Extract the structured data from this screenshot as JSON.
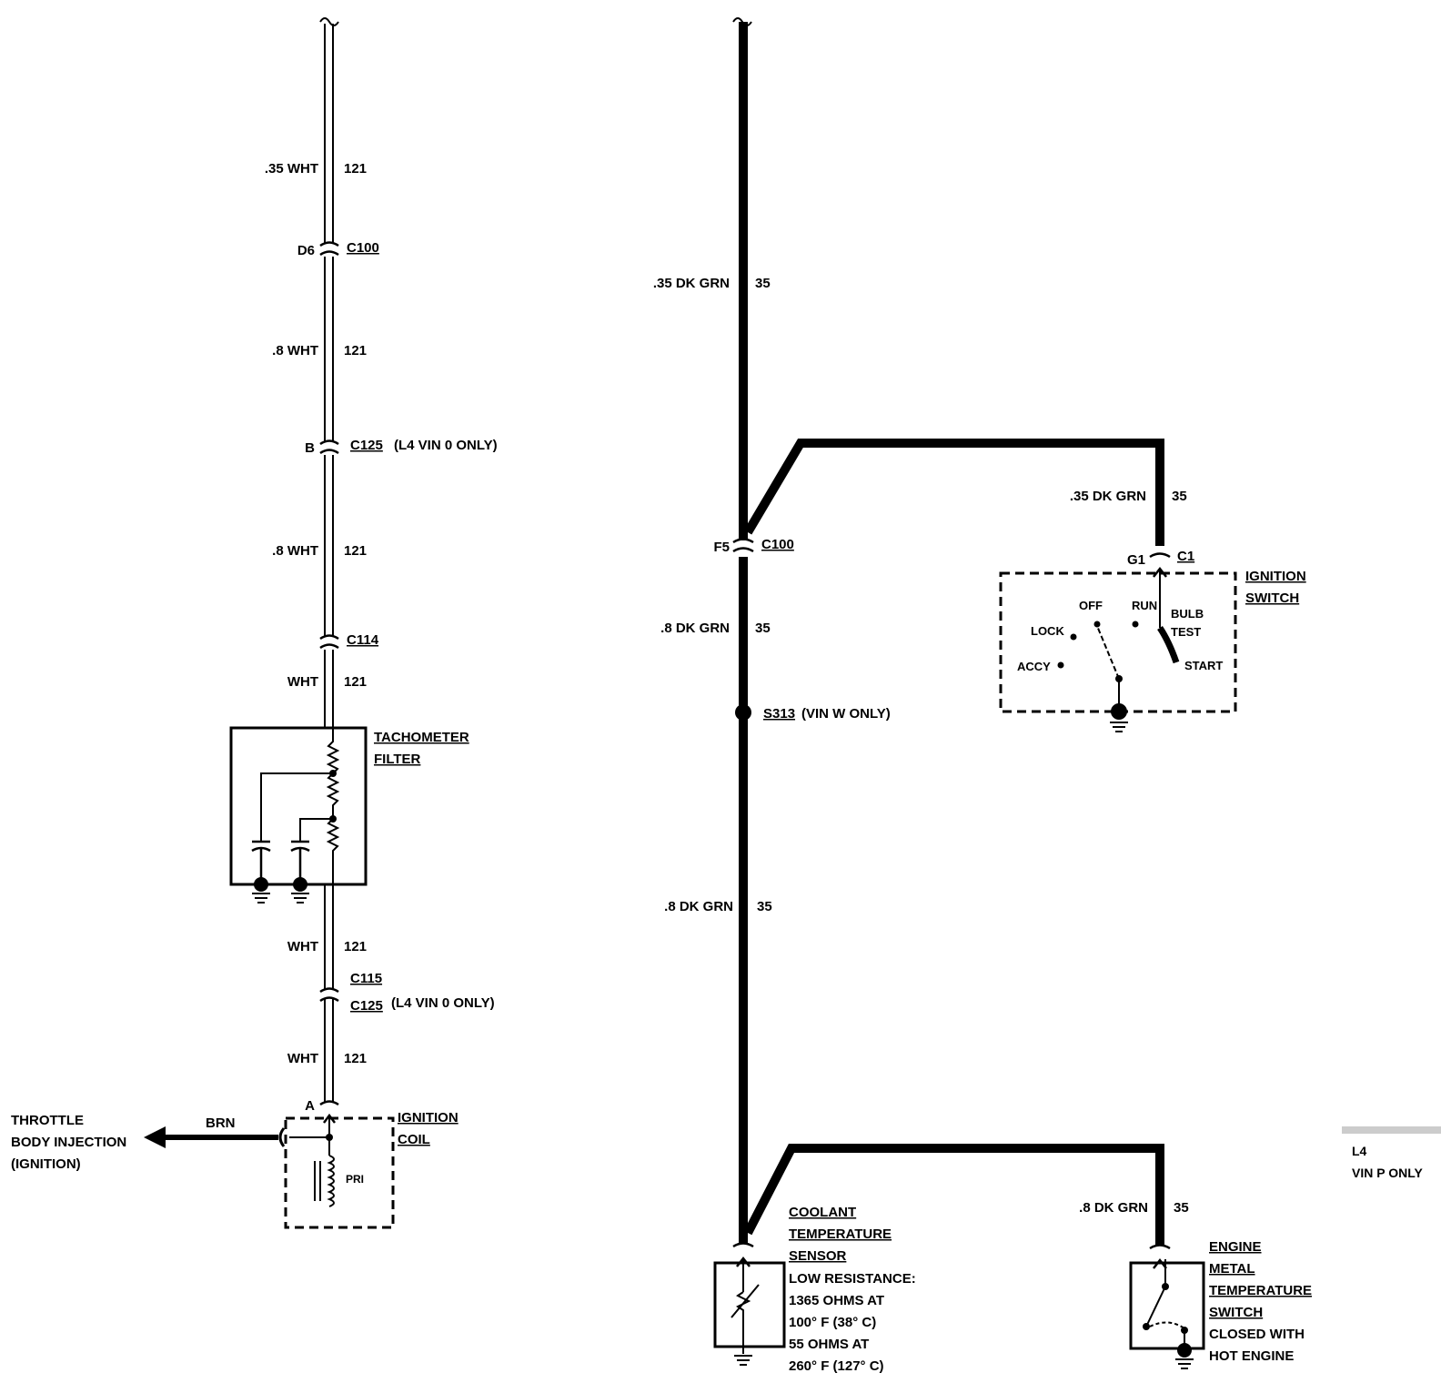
{
  "colors": {
    "ink": "#000000",
    "paper": "#ffffff"
  },
  "left": {
    "wire1": {
      "gauge": ".35 WHT",
      "circuit": "121"
    },
    "conn1": {
      "pin": "D6",
      "name": "C100"
    },
    "wire2": {
      "gauge": ".8 WHT",
      "circuit": "121"
    },
    "conn2": {
      "pin": "B",
      "name": "C125",
      "note": "(L4 VIN 0 ONLY)"
    },
    "wire3": {
      "gauge": ".8 WHT",
      "circuit": "121"
    },
    "conn3": {
      "name": "C114"
    },
    "wire4": {
      "gauge": "WHT",
      "circuit": "121"
    },
    "tach_filter": {
      "line1": "TACHOMETER",
      "line2": "FILTER"
    },
    "wire5": {
      "gauge": "WHT",
      "circuit": "121"
    },
    "conn4": {
      "name1": "C115",
      "name2": "C125",
      "note": "(L4 VIN 0 ONLY)"
    },
    "wire6": {
      "gauge": "WHT",
      "circuit": "121"
    },
    "coil": {
      "pin": "A",
      "line1": "IGNITION",
      "line2": "COIL",
      "pri": "PRI"
    },
    "tbi": {
      "wire": "BRN",
      "line1": "THROTTLE",
      "line2": "BODY INJECTION",
      "line3": "(IGNITION)"
    }
  },
  "right": {
    "wire1": {
      "gauge": ".35 DK GRN",
      "circuit": "35"
    },
    "conn1": {
      "pin": "F5",
      "name": "C100"
    },
    "wire2": {
      "gauge": ".8 DK GRN",
      "circuit": "35"
    },
    "splice": {
      "name": "S313",
      "note": "(VIN W ONLY)"
    },
    "wire3": {
      "gauge": ".8 DK GRN",
      "circuit": "35"
    },
    "ign_wire": {
      "gauge": ".35 DK GRN",
      "circuit": "35"
    },
    "ign_conn": {
      "pin": "G1",
      "name": "C1"
    },
    "ign_switch": {
      "line1": "IGNITION",
      "line2": "SWITCH",
      "off": "OFF",
      "run": "RUN",
      "bulb": "BULB",
      "test": "TEST",
      "lock": "LOCK",
      "accy": "ACCY",
      "start": "START"
    },
    "emts_wire": {
      "gauge": ".8 DK GRN",
      "circuit": "35"
    },
    "cts": {
      "line1": "COOLANT",
      "line2": "TEMPERATURE",
      "line3": "SENSOR",
      "spec1": "LOW RESISTANCE:",
      "spec2": "1365 OHMS AT",
      "spec3": "100°  F (38°  C)",
      "spec4": "55 OHMS AT",
      "spec5": "260°  F (127°  C)"
    },
    "emts": {
      "line1": "ENGINE",
      "line2": "METAL",
      "line3": "TEMPERATURE",
      "line4": "SWITCH",
      "spec1": "CLOSED WITH",
      "spec2": "HOT ENGINE"
    }
  },
  "side_note": {
    "line1": "L4",
    "line2": "VIN P ONLY"
  }
}
